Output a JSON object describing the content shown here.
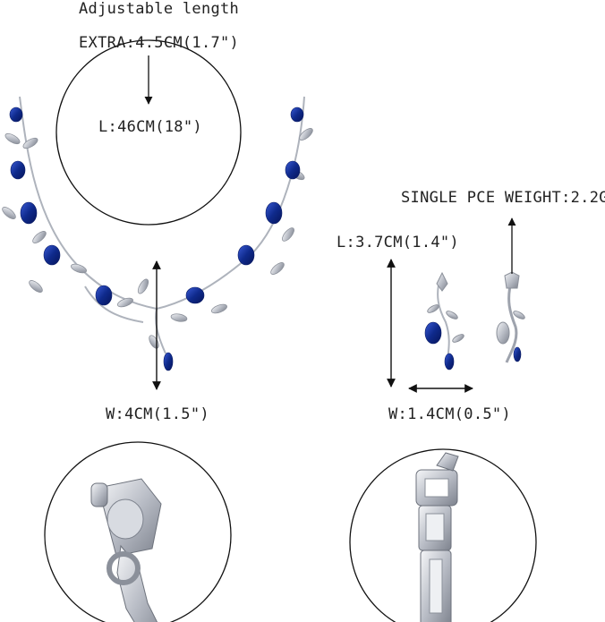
{
  "labels": {
    "adjustable": "Adjustable length",
    "extra": "EXTRA:4.5CM(1.7\")",
    "necklace_length": "L:46CM(18\")",
    "necklace_width": "W:4CM(1.5\")",
    "weight": "SINGLE PCE WEIGHT:2.2G",
    "earring_length": "L:3.7CM(1.4\")",
    "earring_width": "W:1.4CM(0.5\")"
  },
  "colors": {
    "stone_blue": "#0f2a8c",
    "silver": "#c9ccd3",
    "line": "#111111"
  },
  "icons": [
    "necklace-illustration",
    "earring-illustration",
    "clasp-closeup",
    "earring-back-closeup"
  ]
}
